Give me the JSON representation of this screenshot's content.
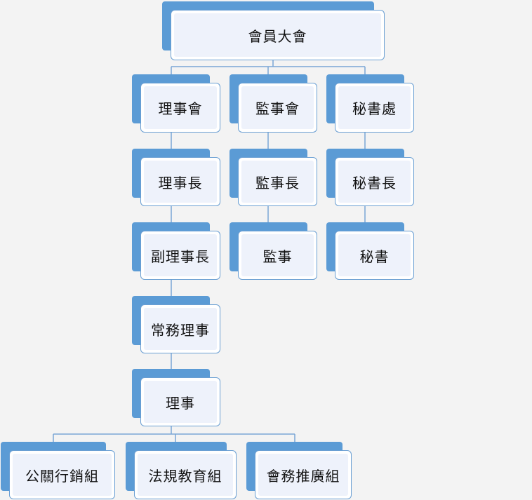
{
  "org": {
    "assembly": "會員大會",
    "board": "理事會",
    "supervisors": "監事會",
    "secretariat": "秘書處",
    "chairman": "理事長",
    "chief_supervisor": "監事長",
    "secretary_general": "秘書長",
    "vice_chairman": "副理事長",
    "supervisor": "監事",
    "secretary": "秘書",
    "executive_director": "常務理事",
    "director": "理事",
    "pr_marketing": "公關行銷組",
    "legal_education": "法規教育組",
    "membership_promotion": "會務推廣組"
  },
  "colors": {
    "background": "#f3f3f3",
    "accent": "#5b9bd5",
    "node_fill": "#eef2fb",
    "connector": "#7aa6d6"
  }
}
